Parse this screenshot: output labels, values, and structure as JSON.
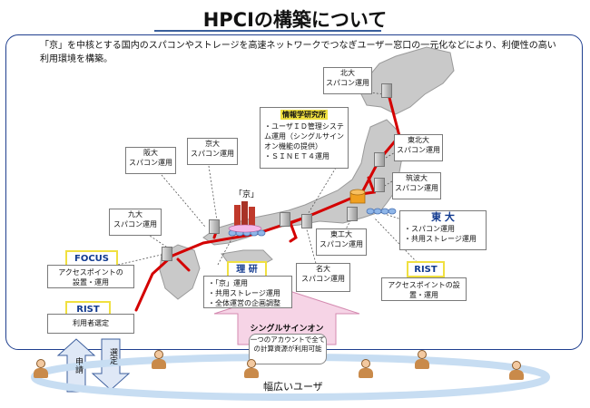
{
  "title": "HPCIの構築について",
  "intro": "「京」を中核とする国内のスパコンやストレージを高速ネットワークでつなぎユーザー窓口の一元化などにより、利便性の高い利用環境を構築。",
  "centers": {
    "hokudai": {
      "name": "北大",
      "role": "スパコン運用"
    },
    "tohoku": {
      "name": "東北大",
      "role": "スパコン運用"
    },
    "tsukuba": {
      "name": "筑波大",
      "role": "スパコン運用"
    },
    "handai": {
      "name": "阪大",
      "role": "スパコン運用"
    },
    "kyodai": {
      "name": "京大",
      "role": "スパコン運用"
    },
    "kyudai": {
      "name": "九大",
      "role": "スパコン運用"
    },
    "tokodai": {
      "name": "東工大",
      "role": "スパコン運用"
    },
    "meidai": {
      "name": "名大",
      "role": "スパコン運用"
    }
  },
  "nii": {
    "name": "情報学研究所",
    "items": [
      "・ユーザＩＤ管理システム運用（シングルサインオン機能の提供）",
      "・ＳＩＮＥＴ４運用"
    ]
  },
  "todai": {
    "name": "東 大",
    "items": [
      "・スパコン運用",
      "・共用ストレージ運用"
    ]
  },
  "riken": {
    "name": "理 研",
    "items": [
      "・「京」運用",
      "・共用ストレージ運用",
      "・全体運営の企画調整"
    ]
  },
  "rist_east": {
    "name": "RIST",
    "text": "アクセスポイントの設置・運用"
  },
  "focus": {
    "name": "FOCUS",
    "text": "アクセスポイントの設置・運用"
  },
  "rist_west": {
    "name": "RIST",
    "text": "利用者選定"
  },
  "kei_label": "「京」",
  "sso": {
    "title": "シングルサインオン",
    "text": "一つのアカウントで全ての計算資源が利用可能"
  },
  "arrows": {
    "apply": "申請",
    "select": "選定"
  },
  "users": "幅広いユーザ"
}
